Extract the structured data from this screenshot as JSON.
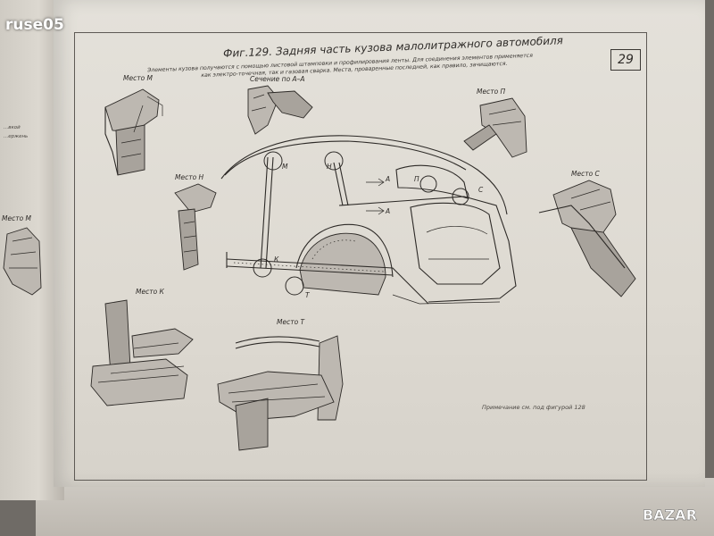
{
  "watermark": "ruse05",
  "page_number": "29",
  "figure_title": "Фиг.129. Задняя часть кузова малолитражного автомобиля",
  "caption_line1": "Элементы кузова получаются с помощью листовой штамповки и профилирования ленты. Для соединения элементов применяется",
  "caption_line2": "как электро-точечная, так и газовая сварка. Места, проваренные последней, как правило, зачищаются.",
  "labels": {
    "mesto_m_top": "Место М",
    "section_aa": "Сечение по А–А",
    "mesto_p": "Место П",
    "mesto_s": "Место С",
    "mesto_n": "Место Н",
    "mesto_k": "Место К",
    "mesto_t": "Место Т",
    "mesto_m_left": "Место М"
  },
  "body_markers": {
    "m": "М",
    "n": "Н",
    "a_top": "А",
    "a_bottom": "А",
    "p": "П",
    "s": "С",
    "k": "К",
    "t": "Т"
  },
  "note": "Примечание см. под фигурой 128",
  "left_page_text": [
    "...вкой",
    "...ержень"
  ],
  "bazar_logo": "BAZAR"
}
